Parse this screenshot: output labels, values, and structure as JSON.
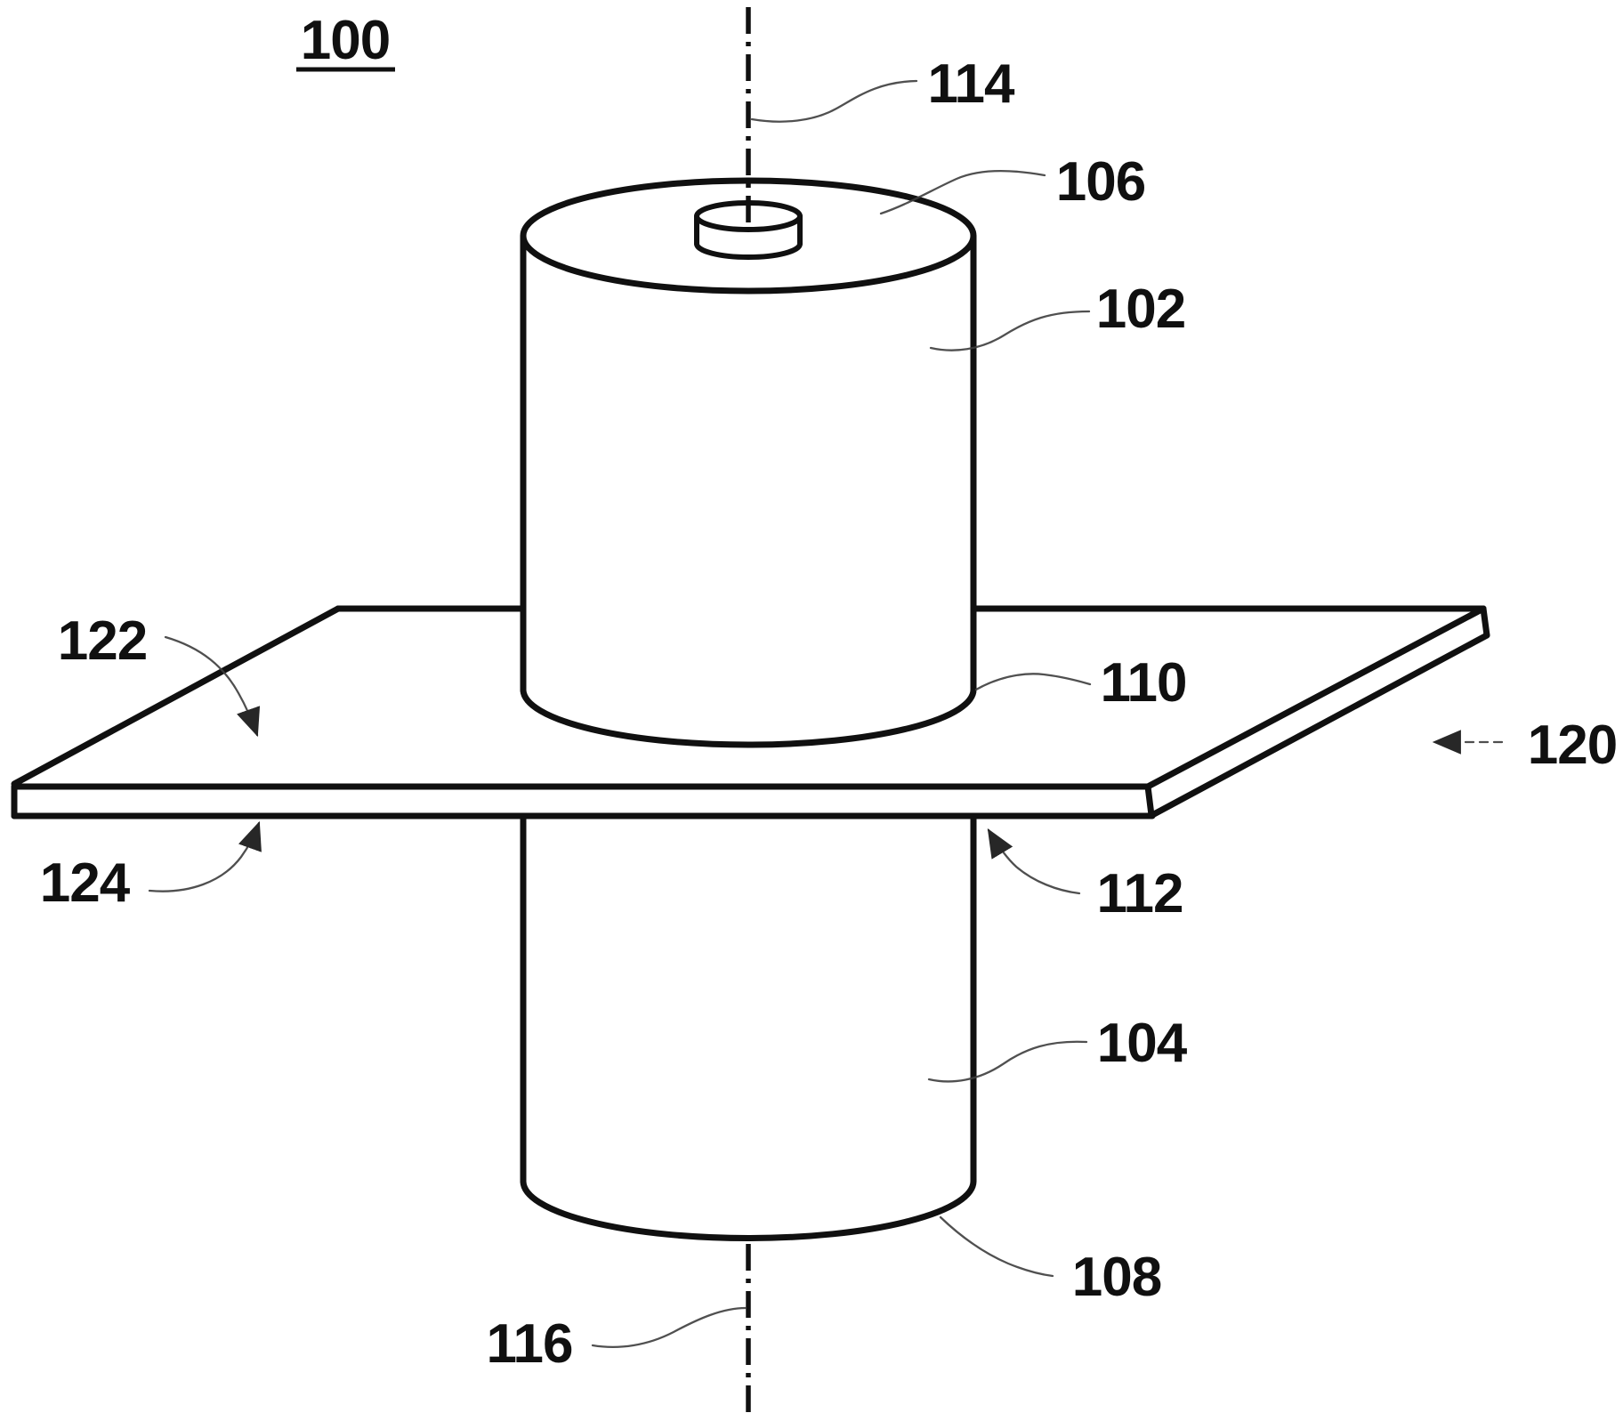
{
  "colors": {
    "ink": "#101010",
    "leader": "#3d3d3d",
    "background": "#ffffff"
  },
  "figure": {
    "number": "100"
  },
  "labels": {
    "r102": "102",
    "r104": "104",
    "r106": "106",
    "r108": "108",
    "r110": "110",
    "r112": "112",
    "r114": "114",
    "r116": "116",
    "r120": "120",
    "r122": "122",
    "r124": "124"
  }
}
